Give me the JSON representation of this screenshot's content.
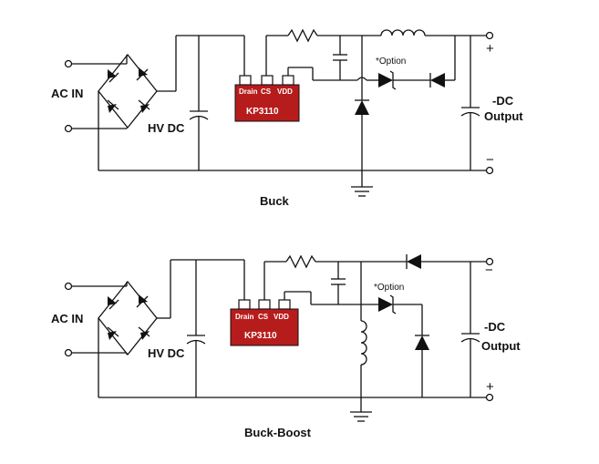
{
  "colors": {
    "chip_fill": "#b71c1c",
    "wire": "#111111",
    "background": "#ffffff"
  },
  "circuits": [
    {
      "title": "Buck",
      "input_label": "AC IN",
      "bus_label": "HV DC",
      "chip_name": "KP3110",
      "pins": [
        "Drain",
        "CS",
        "VDD"
      ],
      "option_label": "*Option",
      "output_label_1": "-DC",
      "output_label_2": "Output",
      "top_terminal_sign": "+",
      "bottom_terminal_sign": "−"
    },
    {
      "title": "Buck-Boost",
      "input_label": "AC IN",
      "bus_label": "HV DC",
      "chip_name": "KP3110",
      "pins": [
        "Drain",
        "CS",
        "VDD"
      ],
      "option_label": "*Option",
      "output_label_1": "-DC",
      "output_label_2": "Output",
      "top_terminal_sign": "−",
      "bottom_terminal_sign": "+"
    }
  ]
}
